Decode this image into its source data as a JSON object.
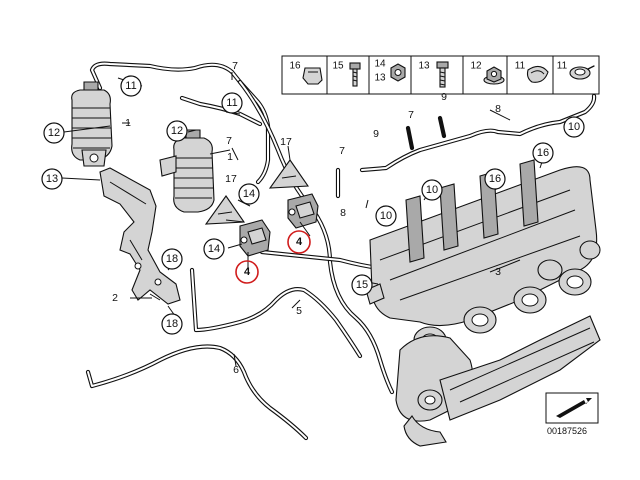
{
  "diagram": {
    "document_number": "00187526",
    "callouts": {
      "c1": "11",
      "c2": "11",
      "c3": "12",
      "c4": "12",
      "c5": "13",
      "c6": "14",
      "c7": "14",
      "c8": "10",
      "c9": "10",
      "c10": "10",
      "c11": "16",
      "c12": "16",
      "c13": "15",
      "c14": "18",
      "c15": "18",
      "c16": "17",
      "c17": "17"
    },
    "highlighted": {
      "h1": "4",
      "h2": "4"
    },
    "numbers": {
      "n1": "1",
      "n2": "1",
      "n3": "7",
      "n4": "7",
      "n5": "7",
      "n6": "7",
      "n7": "17",
      "n8": "17",
      "n9": "9",
      "n10": "9",
      "n11": "8",
      "n12": "8",
      "n13": "2",
      "n14": "3",
      "n15": "5",
      "n16": "6"
    },
    "hardware_strip": [
      "16",
      "15",
      "14",
      "13",
      "12",
      "11",
      "11"
    ],
    "hardware_strip_extra": "13",
    "icons": [
      "clip-icon",
      "bolt-icon",
      "nut-icon",
      "screw-icon",
      "flange-nut-icon",
      "hose-clamp-icon",
      "clip-ring-icon",
      "warning-triangle-icon",
      "vacuum-reservoir-icon",
      "solenoid-valve-icon",
      "intake-manifold-icon",
      "view-direction-icon"
    ]
  }
}
